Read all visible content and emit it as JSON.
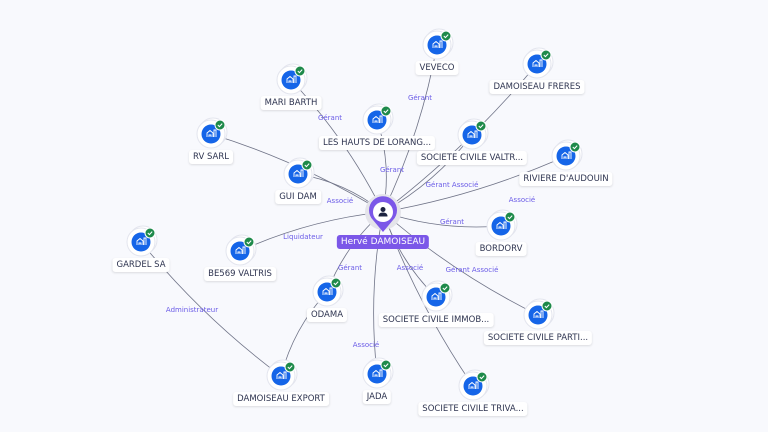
{
  "center": {
    "name": "Hervé DAMOISEAU",
    "icon": "person-icon",
    "color": "#7b57e8"
  },
  "colors": {
    "company": "#1565e8",
    "check": "#1e8a4a",
    "edge": "#6f7387",
    "edge_label": "#6b5ce7"
  },
  "nodes": [
    {
      "id": "veveco",
      "label": "VEVECO"
    },
    {
      "id": "frereres",
      "label": "DAMOISEAU FRERES"
    },
    {
      "id": "mari",
      "label": "MARI BARTH"
    },
    {
      "id": "hauts",
      "label": "LES HAUTS DE LORANG..."
    },
    {
      "id": "valtr",
      "label": "SOCIETE CIVILE VALTR..."
    },
    {
      "id": "rv",
      "label": "RV SARL"
    },
    {
      "id": "riviere",
      "label": "RIVIERE D'AUDOUIN"
    },
    {
      "id": "guidam",
      "label": "GUI DAM"
    },
    {
      "id": "bordorv",
      "label": "BORDORV"
    },
    {
      "id": "gardel",
      "label": "GARDEL SA"
    },
    {
      "id": "be569",
      "label": "BE569 VALTRIS"
    },
    {
      "id": "odama",
      "label": "ODAMA"
    },
    {
      "id": "immob",
      "label": "SOCIETE CIVILE IMMOB..."
    },
    {
      "id": "parti",
      "label": "SOCIETE CIVILE PARTI..."
    },
    {
      "id": "export",
      "label": "DAMOISEAU EXPORT"
    },
    {
      "id": "jada",
      "label": "JADA"
    },
    {
      "id": "triva",
      "label": "SOCIETE CIVILE TRIVA..."
    }
  ],
  "edges": [
    {
      "from": "center",
      "to": "veveco",
      "label": "Gérant"
    },
    {
      "from": "center",
      "to": "frereres",
      "label": ""
    },
    {
      "from": "center",
      "to": "mari",
      "label": "Gérant"
    },
    {
      "from": "center",
      "to": "hauts",
      "label": "Gérant"
    },
    {
      "from": "center",
      "to": "valtr",
      "label": "Gérant Associé"
    },
    {
      "from": "center",
      "to": "rv",
      "label": ""
    },
    {
      "from": "center",
      "to": "riviere",
      "label": "Associé"
    },
    {
      "from": "center",
      "to": "guidam",
      "label": "Associé"
    },
    {
      "from": "center",
      "to": "bordorv",
      "label": "Gérant"
    },
    {
      "from": "center",
      "to": "be569",
      "label": "Liquidateur"
    },
    {
      "from": "center",
      "to": "odama",
      "label": "Gérant"
    },
    {
      "from": "center",
      "to": "immob",
      "label": "Associé"
    },
    {
      "from": "center",
      "to": "parti",
      "label": "Gérant Associé"
    },
    {
      "from": "center",
      "to": "jada",
      "label": "Associé"
    },
    {
      "from": "center",
      "to": "triva",
      "label": ""
    },
    {
      "from": "gardel",
      "to": "export",
      "label": "Administrateur"
    },
    {
      "from": "odama",
      "to": "export",
      "label": ""
    }
  ]
}
